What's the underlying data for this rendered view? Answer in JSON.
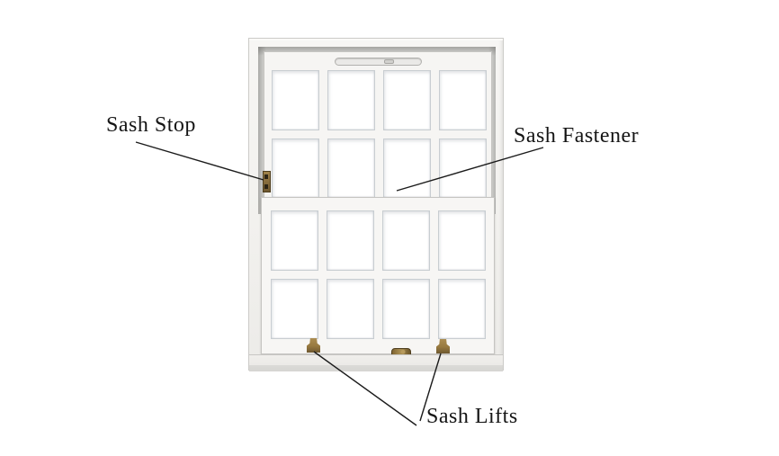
{
  "diagram": {
    "subject": "double-hung-sash-window",
    "labels": {
      "sash_stop": "Sash Stop",
      "sash_fastener": "Sash Fastener",
      "sash_lifts": "Sash Lifts"
    },
    "colors": {
      "background": "#ffffff",
      "frame_white": "#f2f1ee",
      "frame_shadow": "#c8c7c4",
      "reveal_shadow": "#a8a7a4",
      "glass": "#ffffff",
      "pane_border": "#c8cdd1",
      "brass": "#97793f",
      "brass_dark": "#4e3e1e",
      "annotation_line": "#1b1b1b",
      "label_text": "#151515"
    }
  }
}
